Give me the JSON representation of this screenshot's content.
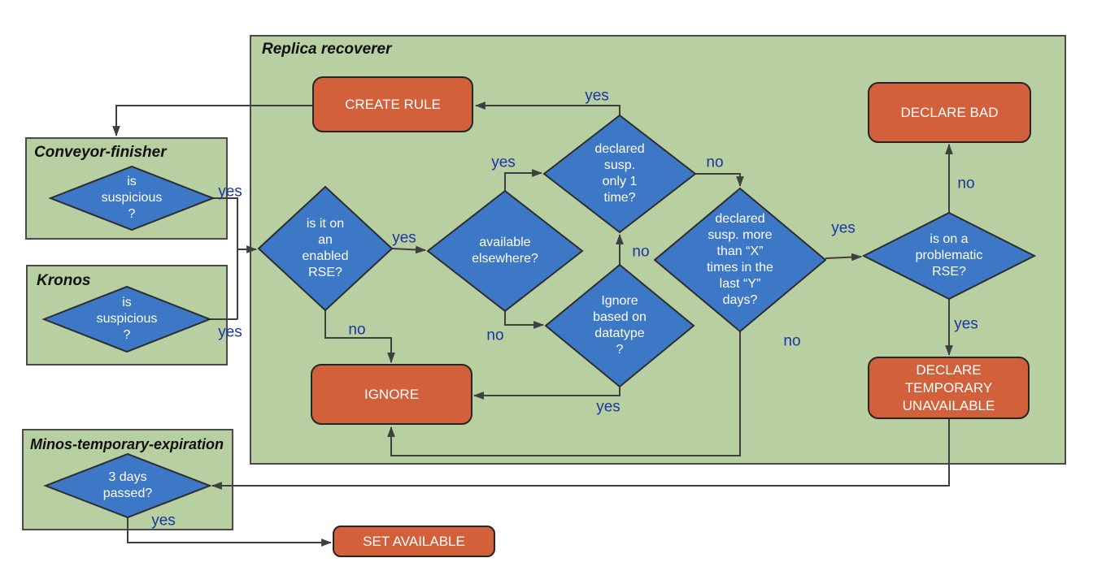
{
  "diagram_title": "Replica recoverer",
  "daemons": [
    {
      "title": "Conveyor-finisher",
      "question": "is\nsuspicious\n?",
      "out_label": "yes"
    },
    {
      "title": "Kronos",
      "question": "is\nsuspicious\n?",
      "out_label": "yes"
    },
    {
      "title": "Minos-temporary-expiration",
      "question": "3 days\npassed?",
      "out_label": "yes"
    }
  ],
  "decisions": {
    "enabled_rse": {
      "text": "is it on\nan\nenabled\nRSE?",
      "yes": "yes",
      "no": "no"
    },
    "available_elsewhere": {
      "text": "available\nelsewhere?",
      "yes": "yes",
      "no": "no"
    },
    "declared_once": {
      "text": "declared\nsusp.\nonly 1\ntime?",
      "yes": "yes",
      "no": "no"
    },
    "ignore_datatype": {
      "text": "Ignore\nbased on\ndatatype\n?",
      "yes": "yes",
      "no": "no"
    },
    "declared_more": {
      "text": "declared\nsusp. more\nthan “X”\ntimes in the\nlast “Y”\ndays?",
      "yes": "yes",
      "no": "no"
    },
    "problematic_rse": {
      "text": "is on a\nproblematic\nRSE?",
      "yes": "yes",
      "no": "no"
    }
  },
  "actions": {
    "create_rule": "CREATE RULE",
    "declare_bad": "DECLARE BAD",
    "ignore": "IGNORE",
    "declare_temporary_unavailable": "DECLARE\nTEMPORARY\nUNAVAILABLE",
    "set_available": "SET AVAILABLE"
  },
  "colors": {
    "container_fill": "#b7cfa1",
    "decision_fill": "#3c78c5",
    "action_fill": "#d2603a",
    "edge_label_text": "#1c35a2"
  }
}
